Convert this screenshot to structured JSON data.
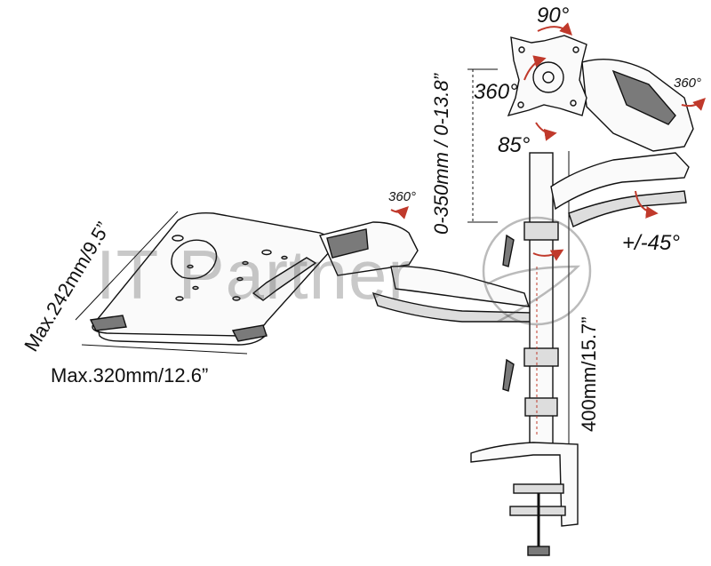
{
  "labels": {
    "tilt_top": "90°",
    "swivel_head": "360°",
    "tilt_bottom": "85°",
    "swivel_head_right": "360°",
    "swivel_tray": "360°",
    "tilt_arm": "+/-45°",
    "height_range": "0-350mm / 0-13.8”",
    "tray_depth": "Max.242mm/9.5”",
    "tray_width": "Max.320mm/12.6”",
    "pole_height": "400mm/15.7”"
  },
  "watermark": {
    "text": "IT Partner"
  },
  "colors": {
    "line": "#111111",
    "arrow": "#c0392b",
    "shade": "#7a7a7a"
  }
}
